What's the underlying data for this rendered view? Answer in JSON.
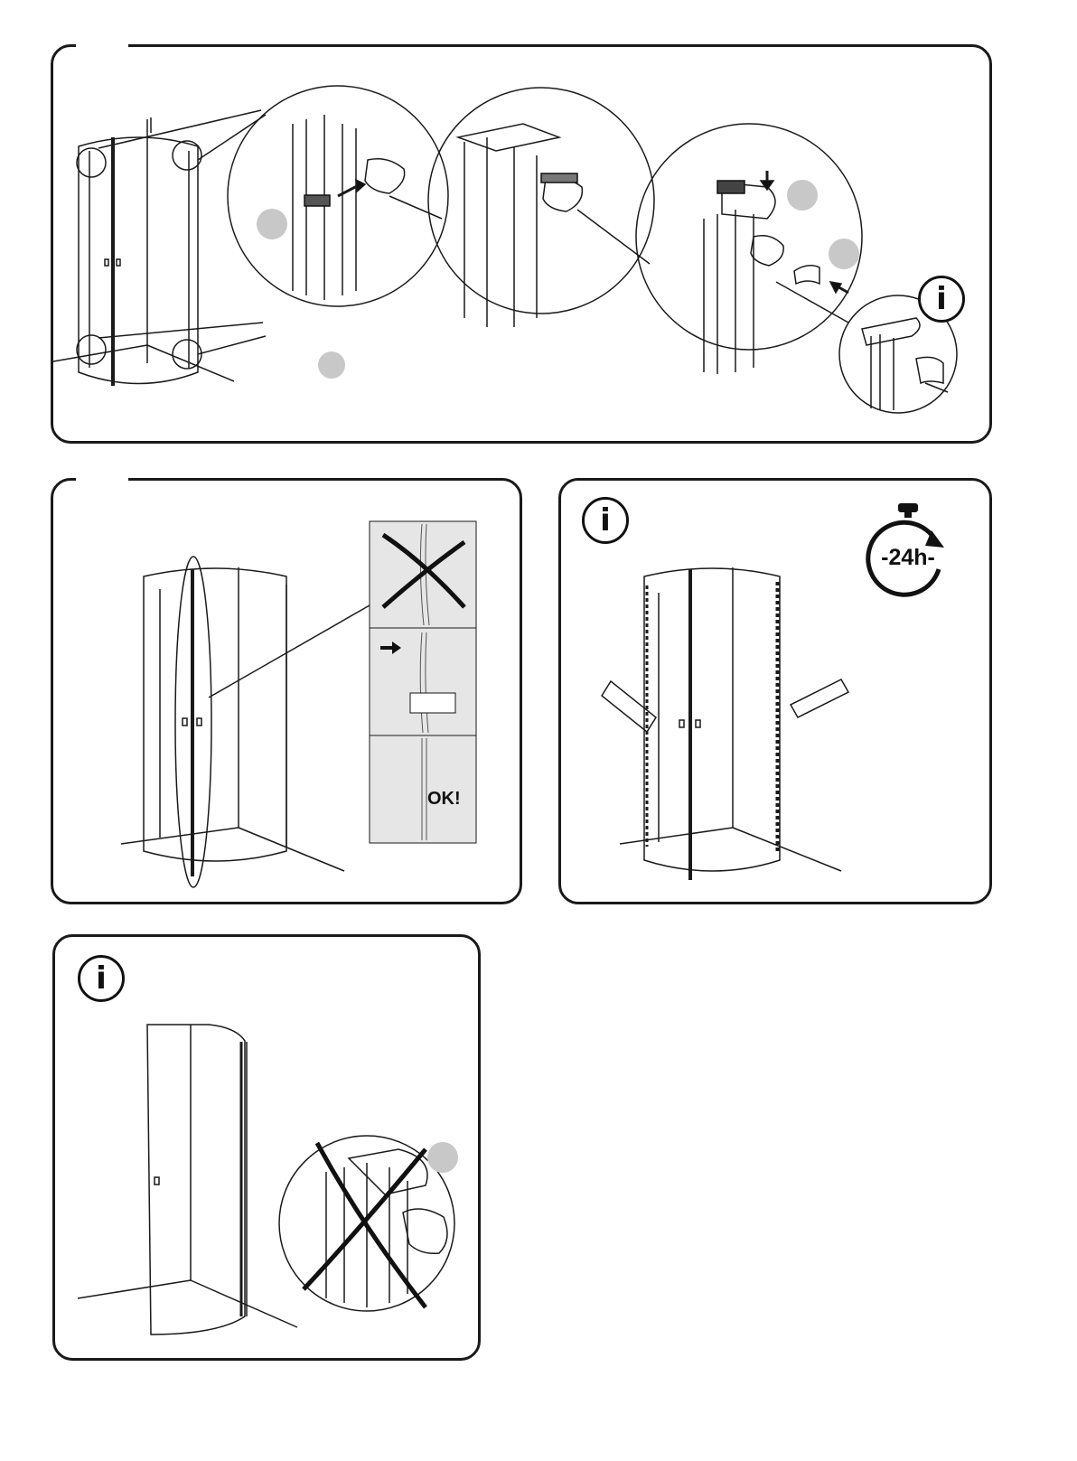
{
  "info_symbol": "i",
  "panel2": {
    "ok_label": "OK!"
  },
  "panel3": {
    "timer_label": "-24h-"
  },
  "icons": [
    "info-icon",
    "stopwatch-icon",
    "cross-mark-icon",
    "arrow-icon"
  ],
  "colors": {
    "line": "#1a1a1a",
    "step_marker": "#c8c8c8",
    "inset_bg": "#e6e6e6"
  }
}
